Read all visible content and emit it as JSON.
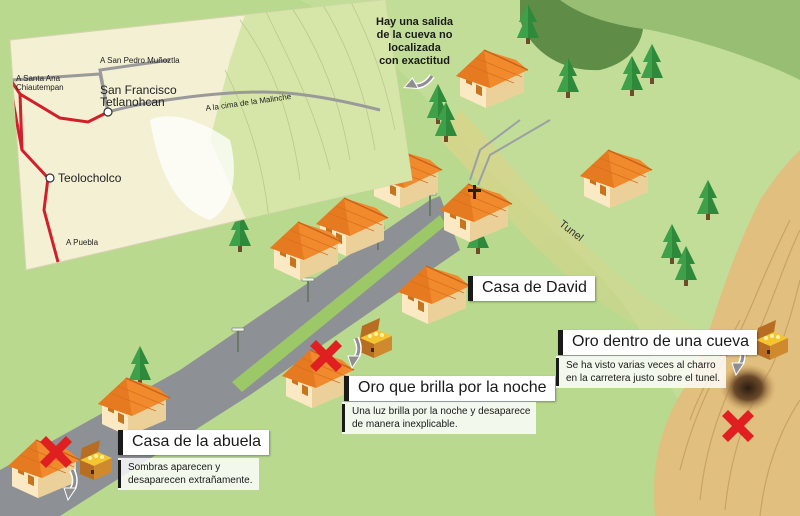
{
  "inset_map": {
    "road_labels": {
      "santa_ana": [
        "A Santa Ana",
        "Chiautempan"
      ],
      "san_pedro": "A San Pedro Muñoztla",
      "malinche": "A la cima de la Malinche",
      "puebla": "A Puebla"
    },
    "towns": {
      "san_francisco": [
        "San Francisco",
        "Tetlanohcan"
      ],
      "teolocholco": "Teolocholco"
    }
  },
  "annotations": {
    "cave_exit_note": [
      "Hay una salida",
      "de la cueva no",
      "localizada",
      "con exactitud"
    ],
    "tunnel_label": "Tunel"
  },
  "places": {
    "casa_david": {
      "title": "Casa de David"
    },
    "oro_noche": {
      "title": "Oro que brilla por la noche",
      "desc": [
        "Una luz brilla por la noche y desaparece",
        "de manera inexplicable."
      ]
    },
    "oro_cueva": {
      "title": "Oro dentro de una cueva",
      "desc": [
        "Se ha visto varias veces al charro",
        "en la carretera justo sobre el tunel."
      ]
    },
    "casa_abuela": {
      "title": "Casa de la abuela",
      "desc": [
        "Sombras aparecen y",
        "desaparecen extrañamente."
      ]
    }
  },
  "colors": {
    "grass": "#b9d98f",
    "road": "#8d9196",
    "roof": "#f08a2c",
    "wall": "#fbe9c4",
    "tree": "#2e8a3a",
    "hill": "#e1bf7e",
    "marker_x": "#e02020",
    "inset_paper": "#f6f2d8",
    "inset_road": "#d21f2a"
  },
  "icons": [
    "house-icon",
    "tree-icon",
    "x-marker-icon",
    "treasure-chest-icon",
    "church-cross-icon",
    "curved-arrow-icon"
  ]
}
